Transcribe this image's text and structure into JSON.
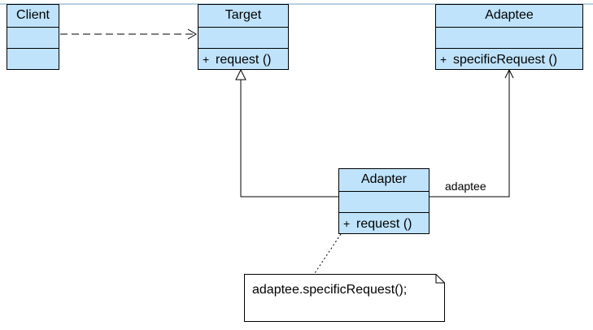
{
  "diagram": {
    "classes": {
      "client": {
        "name": "Client",
        "operation": ""
      },
      "target": {
        "name": "Target",
        "operation_visibility": "+",
        "operation": "request ()"
      },
      "adaptee": {
        "name": "Adaptee",
        "operation_visibility": "+",
        "operation": "specificRequest ()"
      },
      "adapter": {
        "name": "Adapter",
        "operation_visibility": "+",
        "operation": "request ()"
      }
    },
    "relations": {
      "client_to_target": "dependency",
      "adapter_to_target": "realization",
      "adapter_to_adaptee": "association"
    },
    "association_label": "adaptee",
    "note": {
      "text": "adaptee.specificRequest();"
    },
    "colors": {
      "class_fill": "#bfe3fb",
      "border": "#000000",
      "connector": "#000000",
      "note_fill": "#ffffff",
      "top_rule": "#b9cfe0"
    }
  }
}
